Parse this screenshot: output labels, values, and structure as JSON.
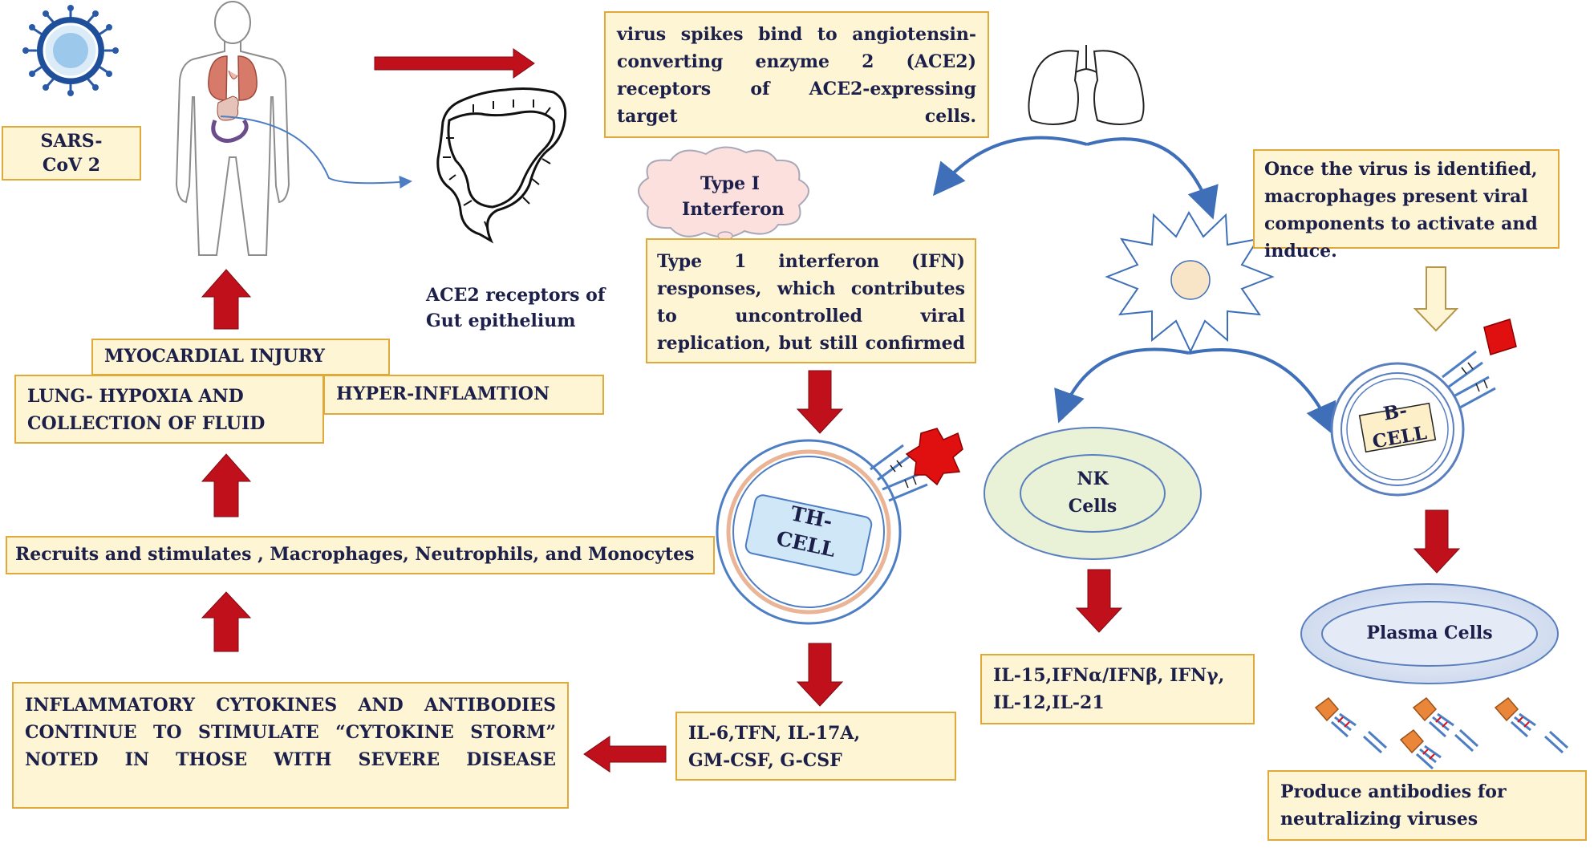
{
  "virus_label": "SARS-\nCoV 2",
  "spike_binding": "virus spikes bind to angiotensin-converting enzyme 2 (ACE2) receptors of ACE2-expressing target cells.",
  "gut_label": "ACE2 receptors of\nGut epithelium",
  "interferon_cloud": "Type I\nInterferon",
  "ifn_responses": "Type 1 interferon (IFN) responses, which contributes to uncontrolled viral replication, but still confirmed",
  "macrophage_text": "Once the virus is identified, macrophages present viral components to activate and induce.",
  "myocardial": "MYOCARDIAL INJURY",
  "lung_hypoxia": "LUNG- HYPOXIA AND\nCOLLECTION OF FLUID",
  "hyper_inflammation": "HYPER-INFLAMTION",
  "recruits": "Recruits and stimulates , Macrophages, Neutrophils, and Monocytes",
  "cytokine_storm": "INFLAMMATORY CYTOKINES AND ANTIBODIES CONTINUE TO STIMULATE “CYTOKINE STORM” NOTED IN THOSE WITH SEVERE DISEASE",
  "th_cytokines": "IL-6,TFN, IL-17A,\nGM-CSF, G-CSF",
  "nk_cytokines": "IL-15,IFNα/IFNβ, IFNγ,\nIL-12,IL-21",
  "antibodies": "Produce antibodies for\nneutralizing viruses",
  "th_cell": "TH-\nCELL",
  "nk_cells": "NK\nCells",
  "b_cell": "B-\nCELL",
  "plasma_cells": "Plasma Cells",
  "colors": {
    "box_fill": "#fdf5d3",
    "box_border": "#e1a93a",
    "arrow_red": "#c0101c",
    "text_navy": "#1b1f4a",
    "cell_ring_blue": "#5a7fbf",
    "cell_fill_light": "#eef2fa",
    "cloud_pink": "#fbe0de",
    "antigen_red": "#e01010",
    "antibody_orange": "#e9863a"
  }
}
